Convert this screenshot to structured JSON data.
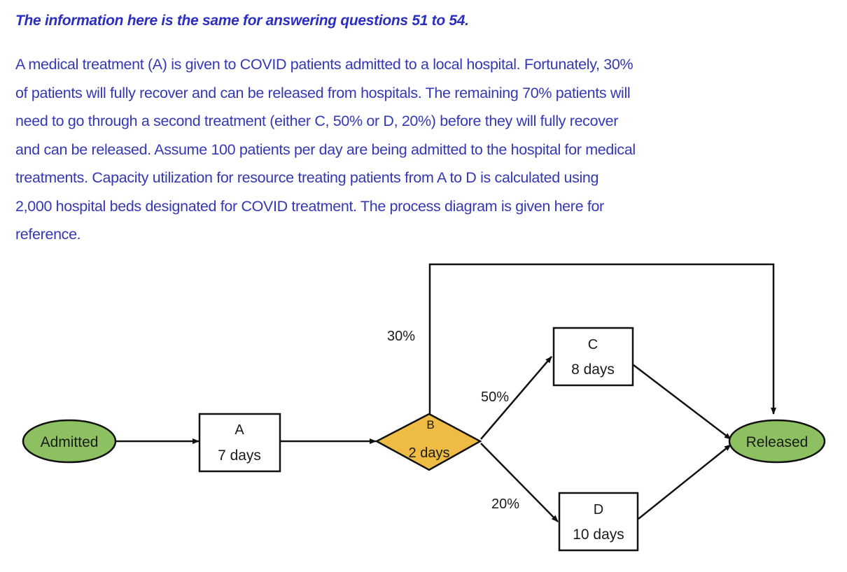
{
  "header": "The information here is the same for answering questions 51 to 54.",
  "paragraph_lines": [
    "A medical treatment (A) is given to COVID patients admitted to a local hospital. Fortunately, 30%",
    "of patients will fully recover and can be released from hospitals.  The remaining 70% patients will",
    "need to go through a second treatment (either C, 50% or D, 20%) before they will fully recover",
    "and can be released.  Assume 100 patients per day are being admitted to the hospital for medical",
    "treatments.  Capacity utilization for resource treating patients from A to D is calculated using",
    "2,000 hospital beds designated for COVID treatment.  The process diagram is given here for",
    "reference."
  ],
  "diagram": {
    "admitted": "Admitted",
    "released": "Released",
    "node_a": {
      "name": "A",
      "time": "7 days"
    },
    "node_b": {
      "name": "B",
      "time": "2 days"
    },
    "node_c": {
      "name": "C",
      "time": "8 days"
    },
    "node_d": {
      "name": "D",
      "time": "10 days"
    },
    "pct_release": "30%",
    "pct_c": "50%",
    "pct_d": "20%"
  },
  "colors": {
    "text_blue": "#3438b5",
    "ellipse_fill": "#8cc060",
    "diamond_fill": "#eebc45",
    "line": "#111111"
  }
}
